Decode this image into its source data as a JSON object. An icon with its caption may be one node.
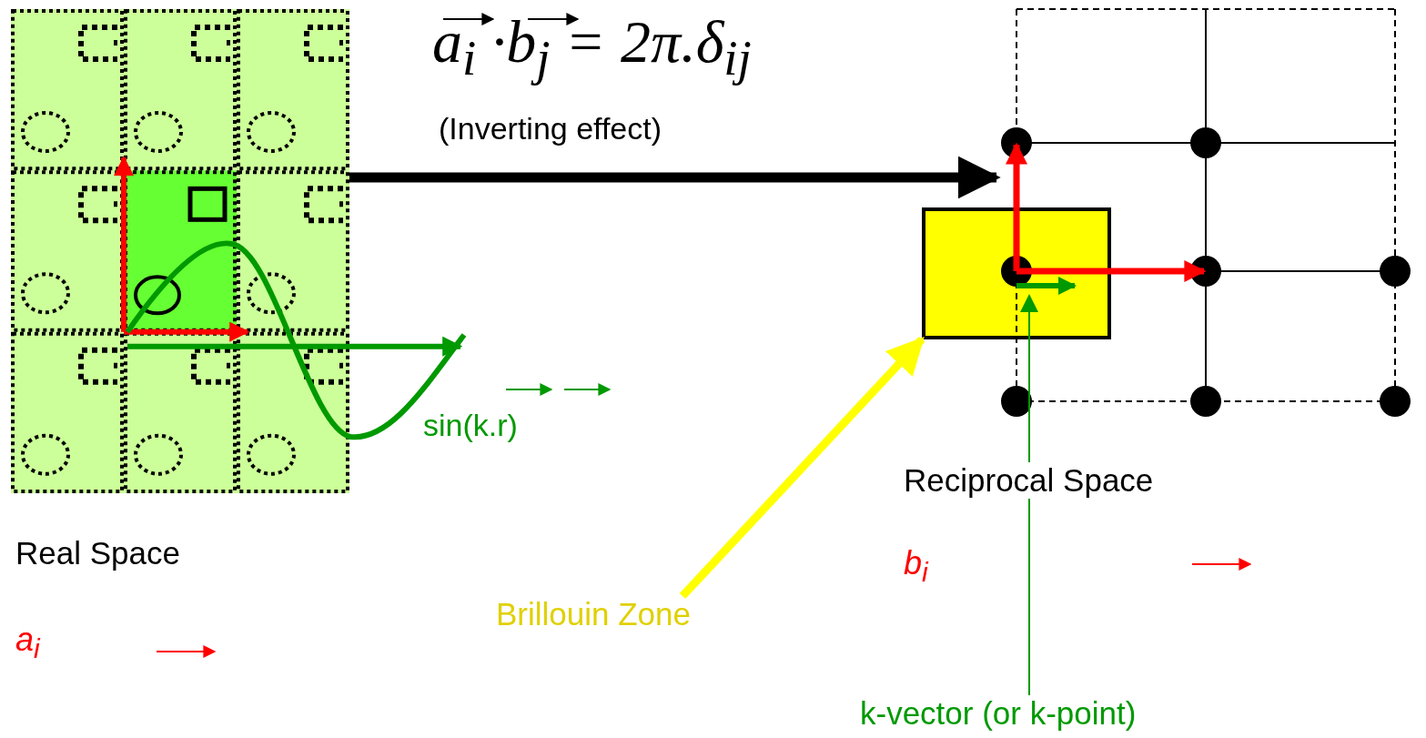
{
  "diagram": {
    "nodes": [
      {
        "text": [],
        "shape": "picture"
      },
      {
        "text": [],
        "shape": "picture"
      },
      {
        "text": [],
        "shape": "box"
      },
      {
        "text": [
          "Brillouin Zone"
        ]
      },
      {
        "text": [
          "k-vector (or k-point)"
        ]
      },
      {
        "text": [],
        "shape": "arrow"
      }
    ],
    "edges": [
      {
        "from": 0,
        "to": 1,
        "arrow": "to",
        "color": "#000000"
      },
      {
        "from": 3,
        "to": 2,
        "arrow": "to",
        "color": "#ffff00"
      },
      {
        "from": 4,
        "to": 5,
        "arrow": "to",
        "color": "#009900"
      }
    ],
    "labels": [
      "a$_{i}$ ·b$_{j}$ = 2π.δ$_{ij}$",
      "(Inverting effect)",
      "sin(k.r)",
      "Reciprocal Space",
      "Real Space"
    ],
    "legend": [
      {
        "text": "b$_{i}$"
      },
      {
        "text": "a$_{i}$"
      }
    ]
  }
}
